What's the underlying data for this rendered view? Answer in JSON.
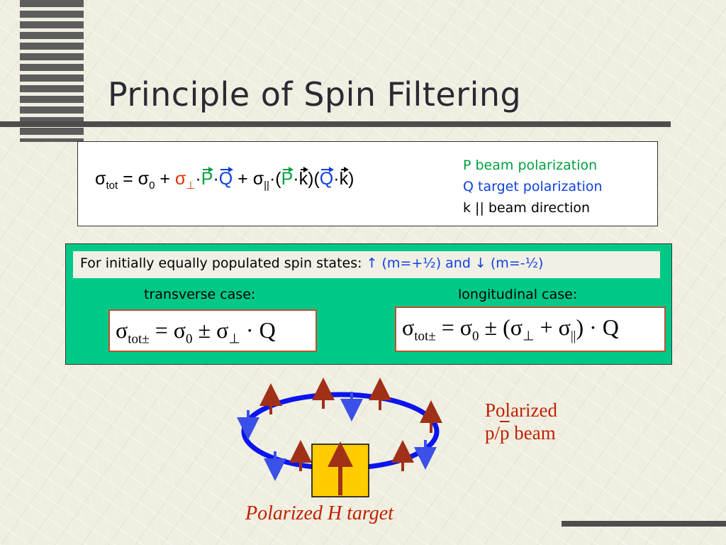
{
  "title": "Principle of Spin Filtering",
  "formula": {
    "sigma": "σ",
    "tot": "tot",
    "eq": " = ",
    "zero": "0",
    "plus": " + ",
    "perp_sub": "⊥",
    "par_sub": "||",
    "dot": "·",
    "P": "P",
    "Q": "Q",
    "k": "k",
    "open_paren": "(",
    "close_paren": ")",
    "mid_paren": ")("
  },
  "legend": {
    "p": "P beam polarization",
    "q": "Q target polarization",
    "k": "k || beam direction"
  },
  "states": {
    "text": "For initially equally populated spin states: ",
    "colored": "↑ (m=+½) and ↓ (m=-½)"
  },
  "transverse": {
    "label": "transverse case:",
    "lhs_sigma": "σ",
    "lhs_sub": "tot±",
    "rhs": " = σ",
    "zero": "0",
    "pm": " ± σ",
    "perp": "⊥",
    "tail": " · Q"
  },
  "longitudinal": {
    "label": "longitudinal case:",
    "lhs_sigma": "σ",
    "lhs_sub": "tot±",
    "rhs": " = σ",
    "zero": "0",
    "pm": " ± (σ",
    "perp": "⊥",
    "plus": " + σ",
    "par": "||",
    "tail": ") · Q"
  },
  "beam_label": {
    "line1": "Polarized",
    "p": "p/",
    "pbar": "p",
    "beam": " beam"
  },
  "target_label": "Polarized H target",
  "colors": {
    "ring": "#0a14ee",
    "arrow_up": "#a03018",
    "arrow_down": "#3a50e8",
    "target_fill": "#ffcc00",
    "panel_green": "#00c987",
    "accent_red": "#c02000"
  }
}
